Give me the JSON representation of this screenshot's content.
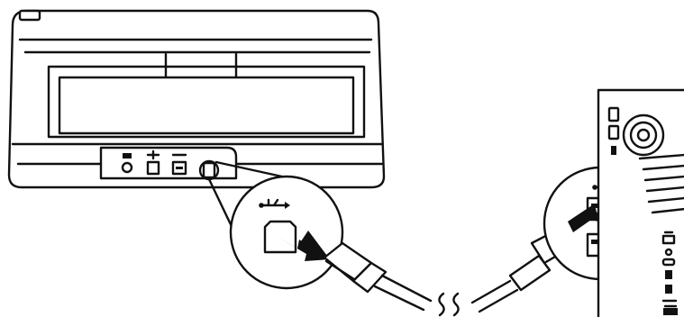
{
  "figure": {
    "type": "connection-illustration",
    "subjects": [
      "scanner-rear-view",
      "usb-cable",
      "computer-tower-rear-view"
    ],
    "icons": [
      "power-icon",
      "network-icon",
      "usb-icon",
      "lock-slot-icon",
      "usb-port-icon",
      "cable-break-icon"
    ],
    "colors": {
      "line": "#111111",
      "background": "#ffffff",
      "arrow": "#111111"
    }
  }
}
